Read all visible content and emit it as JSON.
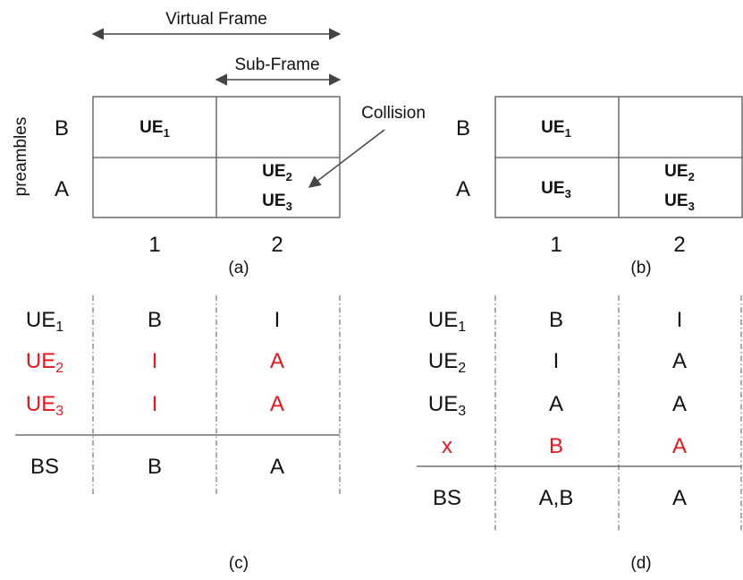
{
  "top": {
    "virtual_frame_label": "Virtual Frame",
    "sub_frame_label": "Sub-Frame",
    "collision_label": "Collision",
    "preambles_label": "preambles"
  },
  "grid_a": {
    "row_labels": [
      "B",
      "A"
    ],
    "col_labels": [
      "1",
      "2"
    ],
    "caption": "(a)",
    "cells": {
      "b1": {
        "ue": "UE",
        "sub": "1"
      },
      "a2_first": {
        "ue": "UE",
        "sub": "2"
      },
      "a2_second": {
        "ue": "UE",
        "sub": "3"
      }
    }
  },
  "grid_b": {
    "row_labels": [
      "B",
      "A"
    ],
    "col_labels": [
      "1",
      "2"
    ],
    "caption": "(b)",
    "cells": {
      "b1": {
        "ue": "UE",
        "sub": "1"
      },
      "a1": {
        "ue": "UE",
        "sub": "3"
      },
      "a2_first": {
        "ue": "UE",
        "sub": "2"
      },
      "a2_second": {
        "ue": "UE",
        "sub": "3"
      }
    }
  },
  "table_c": {
    "caption": "(c)",
    "rows": [
      {
        "name": "UE",
        "sub": "1",
        "c1": "B",
        "c2": "I",
        "red": false
      },
      {
        "name": "UE",
        "sub": "2",
        "c1": "I",
        "c2": "A",
        "red": true
      },
      {
        "name": "UE",
        "sub": "3",
        "c1": "I",
        "c2": "A",
        "red": true
      }
    ],
    "bs": {
      "name": "BS",
      "c1": "B",
      "c2": "A"
    }
  },
  "table_d": {
    "caption": "(d)",
    "rows": [
      {
        "name": "UE",
        "sub": "1",
        "c1": "B",
        "c2": "I",
        "red": false
      },
      {
        "name": "UE",
        "sub": "2",
        "c1": "I",
        "c2": "A",
        "red": false
      },
      {
        "name": "UE",
        "sub": "3",
        "c1": "A",
        "c2": "A",
        "red": false
      },
      {
        "name": "x",
        "sub": "",
        "c1": "B",
        "c2": "A",
        "red": true
      }
    ],
    "bs": {
      "name": "BS",
      "c1": "A,B",
      "c2": "A"
    }
  },
  "colors": {
    "highlight": "#e8141c",
    "text": "#111111",
    "lines": "#555555"
  }
}
